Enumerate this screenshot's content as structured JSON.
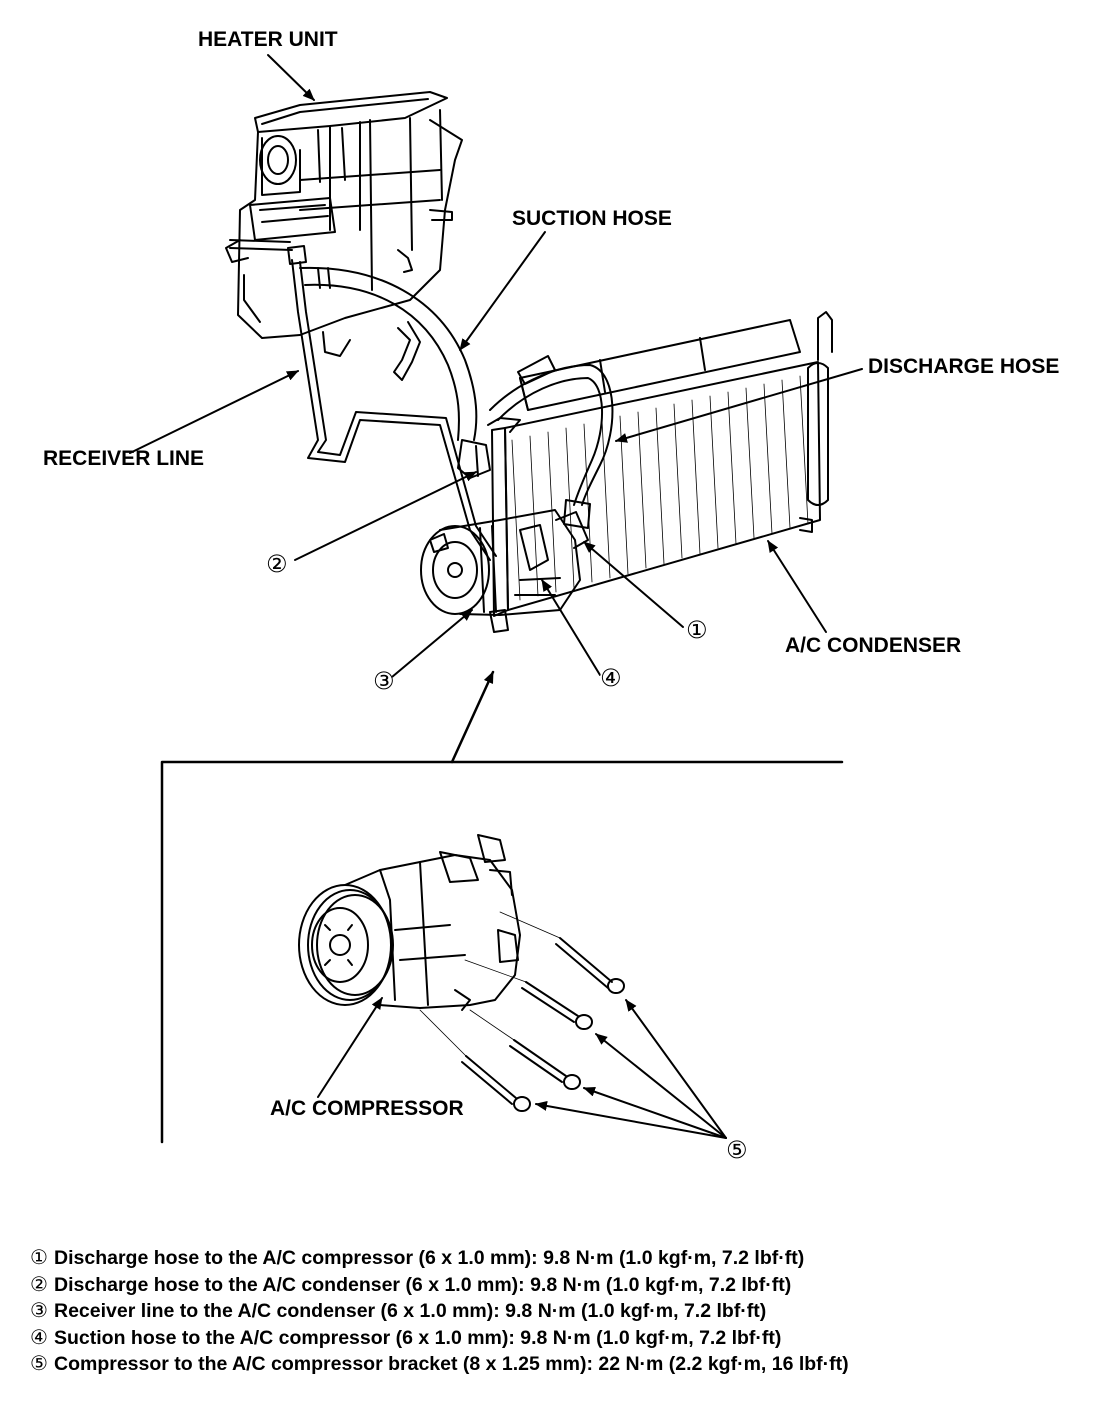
{
  "labels": {
    "heater_unit": "HEATER UNIT",
    "suction_hose": "SUCTION HOSE",
    "discharge_hose": "DISCHARGE HOSE",
    "receiver_line": "RECEIVER LINE",
    "ac_condenser": "A/C CONDENSER",
    "ac_compressor": "A/C COMPRESSOR"
  },
  "callouts": {
    "c1": "①",
    "c2": "②",
    "c3": "③",
    "c4": "④",
    "c5": "⑤"
  },
  "torque_specs": [
    {
      "num": "①",
      "text": "Discharge hose to the A/C compressor (6 x 1.0 mm): 9.8 N·m (1.0 kgf·m, 7.2 lbf·ft)"
    },
    {
      "num": "②",
      "text": "Discharge hose to the A/C condenser (6 x 1.0 mm): 9.8 N·m (1.0 kgf·m, 7.2 lbf·ft)"
    },
    {
      "num": "③",
      "text": "Receiver line to the A/C condenser (6 x 1.0 mm): 9.8 N·m (1.0 kgf·m, 7.2 lbf·ft)"
    },
    {
      "num": "④",
      "text": "Suction hose to the A/C compressor (6 x 1.0 mm): 9.8 N·m (1.0 kgf·m, 7.2 lbf·ft)"
    },
    {
      "num": "⑤",
      "text": "Compressor to the A/C compressor bracket (8 x 1.25 mm): 22 N·m (2.2 kgf·m, 16 lbf·ft)"
    }
  ]
}
